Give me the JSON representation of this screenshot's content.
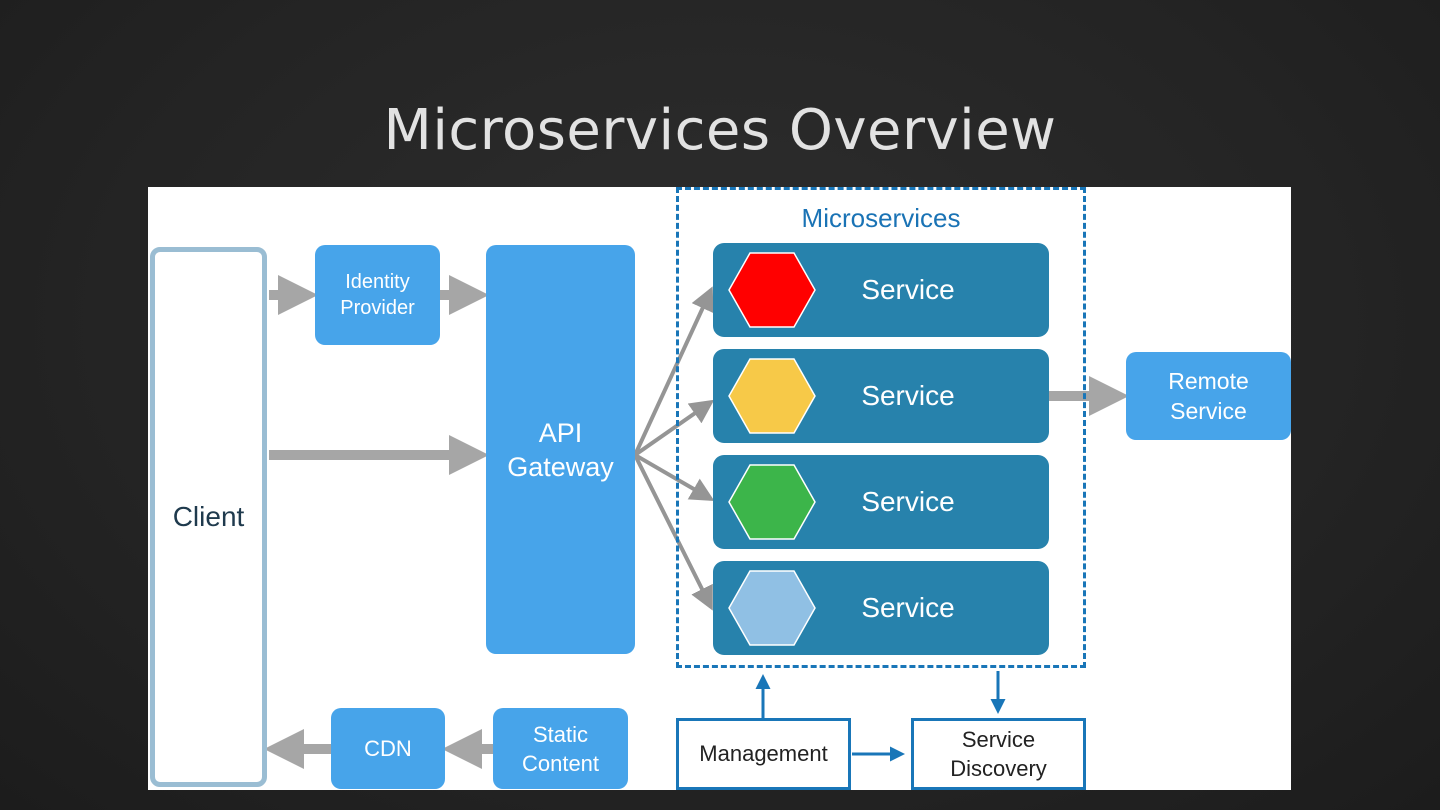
{
  "slide": {
    "title": "Microservices Overview"
  },
  "diagram": {
    "client": {
      "label": "Client"
    },
    "identity_provider": {
      "label": "Identity\nProvider"
    },
    "api_gateway": {
      "label": "API\nGateway"
    },
    "cdn": {
      "label": "CDN"
    },
    "static_content": {
      "label": "Static\nContent"
    },
    "remote_service": {
      "label": "Remote\nService"
    },
    "microservices": {
      "label": "Microservices",
      "services": [
        {
          "label": "Service",
          "hex_color": "#ff0000"
        },
        {
          "label": "Service",
          "hex_color": "#f7c948"
        },
        {
          "label": "Service",
          "hex_color": "#3cb54a"
        },
        {
          "label": "Service",
          "hex_color": "#90c0e4"
        }
      ]
    },
    "management": {
      "label": "Management"
    },
    "service_discovery": {
      "label": "Service\nDiscovery"
    },
    "colors": {
      "primary_box": "#47a4ea",
      "service_box": "#2782ac",
      "frame": "#1976b8",
      "arrow": "#a6a6a6",
      "client_border": "#9abdd3"
    }
  }
}
